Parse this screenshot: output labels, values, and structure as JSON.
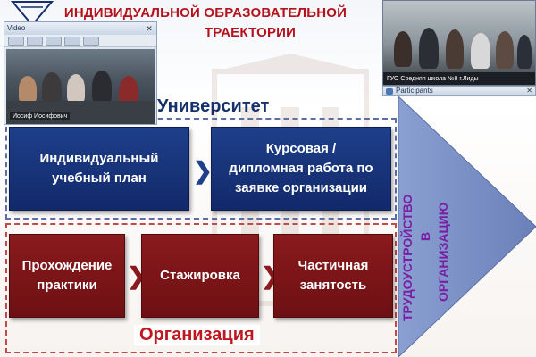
{
  "slide": {
    "title_line1": "ИНДИВИДУАЛЬНОЙ  ОБРАЗОВАТЕЛЬНОЙ",
    "title_line2": "ТРАЕКТОРИИ",
    "university_label": "Университет",
    "organization_label": "Организация",
    "blue_boxes": [
      {
        "line1": "Индивидуальный",
        "line2": "учебный план",
        "line3": ""
      },
      {
        "line1": "Курсовая /",
        "line2": "дипломная работа по",
        "line3": "заявке организации"
      }
    ],
    "red_boxes": [
      {
        "line1": "Прохождение",
        "line2": "практики"
      },
      {
        "line1": "Стажировка",
        "line2": ""
      },
      {
        "line1": "Частичная",
        "line2": "занятость"
      }
    ],
    "arrow_text": [
      "ТРУДОУСТРОЙСТВО",
      "В",
      "ОРГАНИЗАЦИЮ"
    ],
    "chevron": "❯",
    "colors": {
      "title": "#b5121b",
      "blue": "#12296a",
      "red": "#6d1013",
      "arrow": "#7e94c8",
      "arrow_text": "#7a1fa3"
    }
  },
  "video_window": {
    "title": "Video",
    "close_glyph": "✕",
    "speaker_name": "Иосиф Иосифович"
  },
  "remote_video": {
    "caption": "ГУО Средняя школа №8 г.Лиды"
  },
  "participants": {
    "title": "Participants",
    "close_glyph": "✕"
  }
}
